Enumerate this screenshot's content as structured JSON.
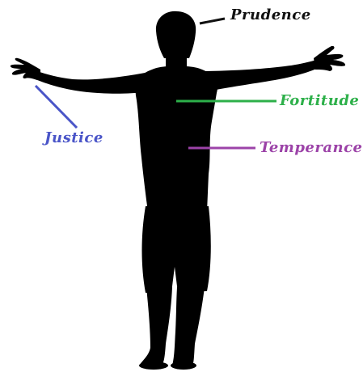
{
  "labels": {
    "prudence": {
      "text": "Prudence",
      "color": "#111111"
    },
    "fortitude": {
      "text": "Fortitude",
      "color": "#2db04a"
    },
    "justice": {
      "text": "Justice",
      "color": "#4a55c8"
    },
    "temperance": {
      "text": "Temperance",
      "color": "#9c43a8"
    }
  },
  "figure": {
    "description_icon": "human-silhouette-icon",
    "fill_color": "#000000"
  }
}
